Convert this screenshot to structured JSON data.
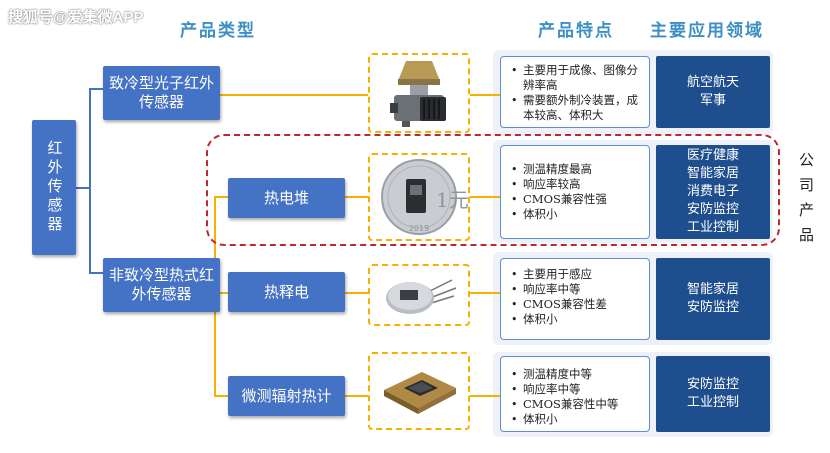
{
  "watermark": "搜狐号@爱集微APP",
  "headers": {
    "type": "产品类型",
    "features": "产品特点",
    "fields": "主要应用领域"
  },
  "root": "红外传感器",
  "cooled": {
    "label": "致冷型光子红外传感器",
    "features": [
      "主要用于成像、图像分辨率高",
      "需要额外制冷装置，成本较高、体积大"
    ],
    "fields": [
      "航空航天",
      "军事"
    ]
  },
  "uncooled": {
    "label": "非致冷型热式红外传感器",
    "items": [
      {
        "label": "热电堆",
        "features": [
          "测温精度最高",
          "响应率较高",
          "CMOS兼容性强",
          "体积小"
        ],
        "fields": [
          "医疗健康",
          "智能家居",
          "消费电子",
          "安防监控",
          "工业控制"
        ],
        "coin_text": "1元",
        "coin_year": "2019"
      },
      {
        "label": "热释电",
        "features": [
          "主要用于感应",
          "响应率中等",
          "CMOS兼容性差",
          "体积小"
        ],
        "fields": [
          "智能家居",
          "安防监控"
        ]
      },
      {
        "label": "微测辐射热计",
        "features": [
          "测温精度中等",
          "响应率中等",
          "CMOS兼容性中等",
          "体积小"
        ],
        "fields": [
          "安防监控",
          "工业控制"
        ]
      }
    ]
  },
  "company_label": "公司产品",
  "colors": {
    "box_blue": "#4472c4",
    "field_blue": "#1f4e8f",
    "header_blue": "#3d8fc4",
    "connector": "#f5b000",
    "highlight": "#c0262d"
  }
}
